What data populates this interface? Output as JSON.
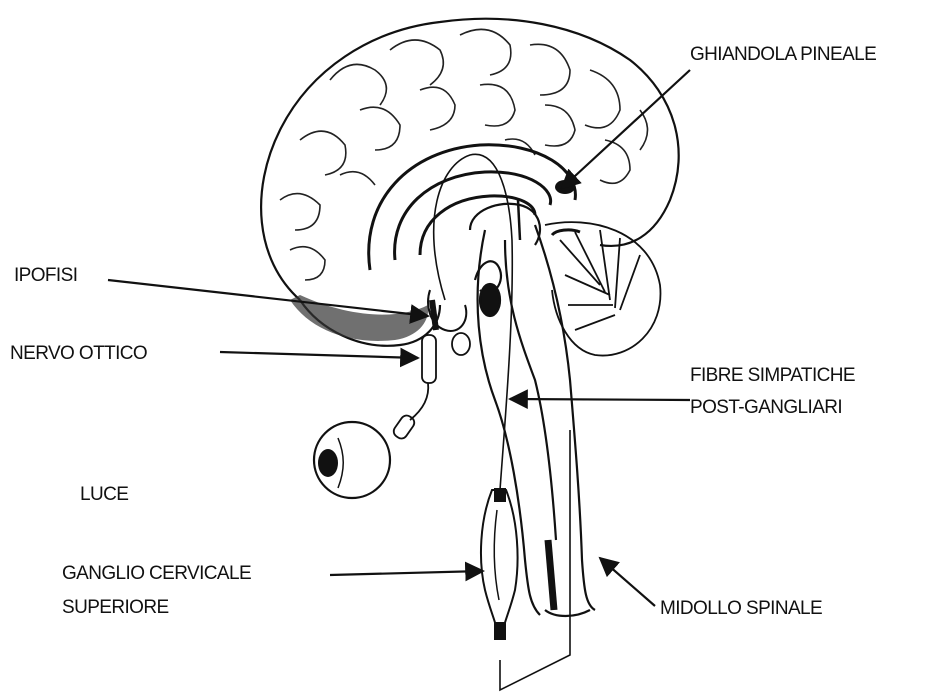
{
  "labels": {
    "pineal": "GHIANDOLA PINEALE",
    "pituitary": "IPOFISI",
    "optic_nerve": "NERVO OTTICO",
    "sympathetic_line1": "FIBRE SIMPATICHE",
    "sympathetic_line2": "POST-GANGLIARI",
    "light": "LUCE",
    "ganglion_line1": "GANGLIO CERVICALE",
    "ganglion_line2": "SUPERIORE",
    "spinal_cord": "MIDOLLO SPINALE"
  },
  "colors": {
    "ink": "#111111",
    "shade": "#555555",
    "background": "#ffffff"
  }
}
